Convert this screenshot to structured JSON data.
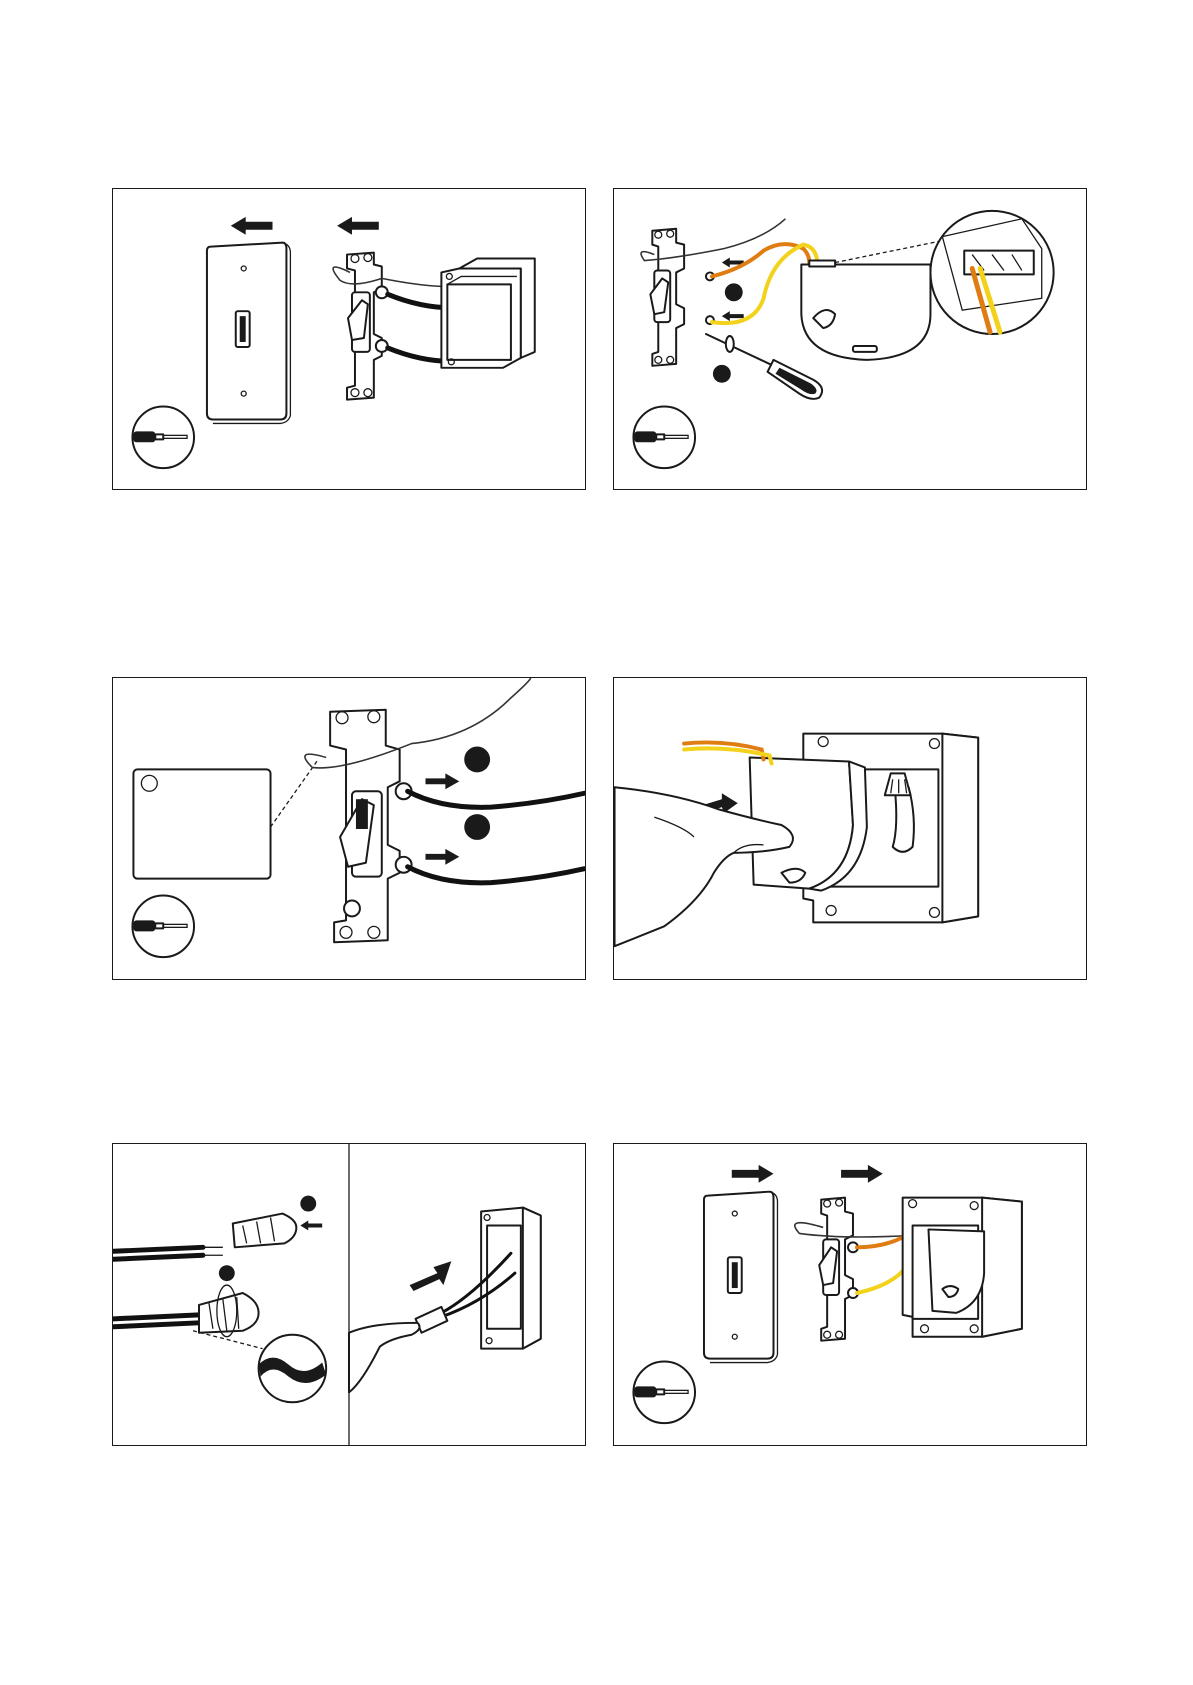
{
  "page": {
    "panels": [
      {
        "id": "step-1",
        "depicts": [
          "wall-plate",
          "arrow-left",
          "arrow-left",
          "light-switch",
          "electrical-box",
          "screwdriver-badge"
        ]
      },
      {
        "id": "step-2",
        "depicts": [
          "light-switch",
          "smart-module",
          "wire-terminal-zoom",
          "screwdriver",
          "screwdriver-badge"
        ]
      },
      {
        "id": "step-3",
        "depicts": [
          "blank-label-card",
          "light-switch",
          "arrow-right",
          "arrow-right",
          "screwdriver-badge"
        ]
      },
      {
        "id": "step-4",
        "depicts": [
          "hand",
          "arrow-right",
          "smart-module",
          "electrical-box",
          "wire-nut"
        ]
      },
      {
        "id": "step-5",
        "depicts": [
          "wire-nuts",
          "twisted-wires-zoom",
          "hand",
          "arrow-right",
          "electrical-box"
        ]
      },
      {
        "id": "step-6",
        "depicts": [
          "wall-plate",
          "arrow-right",
          "arrow-right",
          "light-switch",
          "electrical-box",
          "screwdriver-badge"
        ]
      }
    ]
  },
  "colors": {
    "line": "#1a1a1a",
    "wire_yellow": "#f2d21b",
    "wire_orange": "#e07d12"
  },
  "icons": {
    "arrow": "arrow-icon",
    "screwdriver": "screwdriver-icon",
    "step_dot": "step-dot-icon"
  }
}
